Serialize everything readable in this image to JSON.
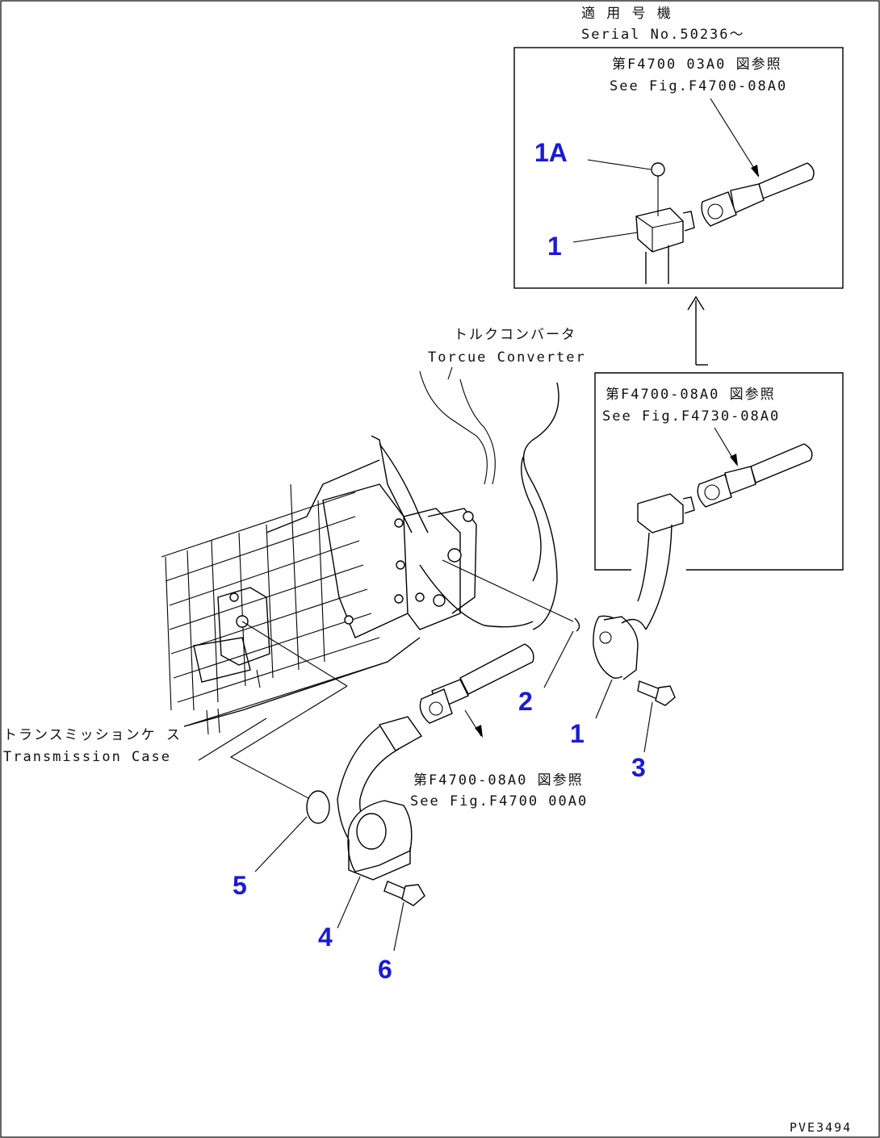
{
  "inset_header": {
    "title_jp": "適 用 号 機",
    "serial": "Serial No.50236〜"
  },
  "inset_top": {
    "ref_jp": "第F4700 03A0 図参照",
    "ref_en": "See Fig.F4700-08A0"
  },
  "inset_mid": {
    "ref_jp": "第F4700-08A0 図参照",
    "ref_en": "See Fig.F4730-08A0"
  },
  "main_ref": {
    "ref_jp": "第F4700-08A0 図参照",
    "ref_en": "See Fig.F4700 00A0"
  },
  "torque_converter": {
    "jp": "トルクコンバータ",
    "en": "Torcue Converter"
  },
  "transmission_case": {
    "jp": "トランスミッションケ ス",
    "en": "Transmission Case"
  },
  "part_numbers": {
    "p1a": "1A",
    "p1_inset": "1",
    "p1": "1",
    "p2": "2",
    "p3": "3",
    "p4": "4",
    "p5": "5",
    "p6": "6"
  },
  "drawing_code": "PVE3494"
}
